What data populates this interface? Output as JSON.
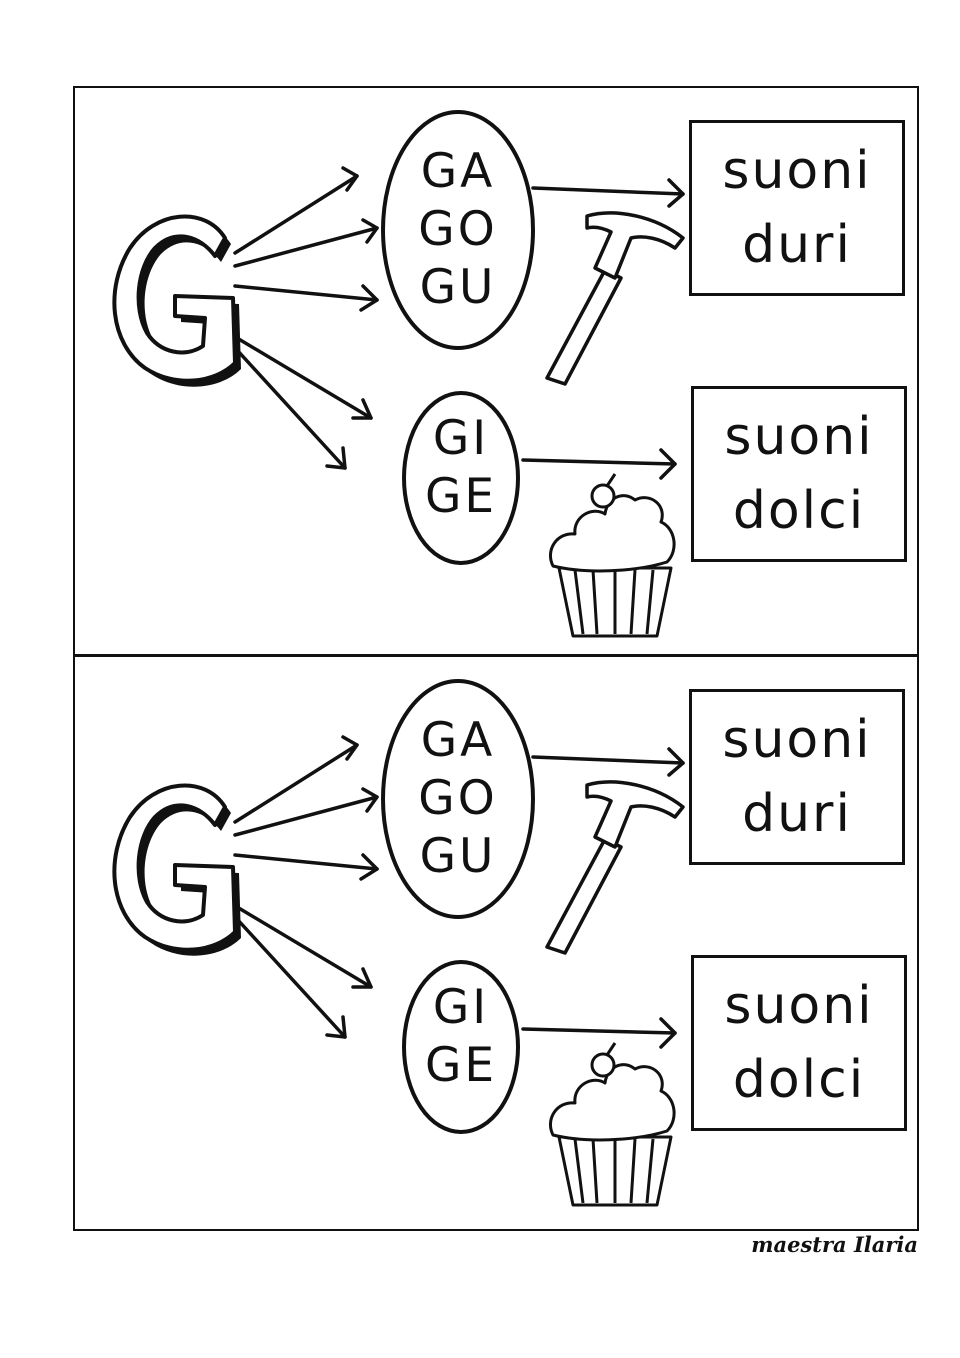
{
  "panels": [
    {
      "letter": "G",
      "hard_syllables": [
        "GA",
        "GO",
        "GU"
      ],
      "soft_syllables": [
        "GI",
        "GE"
      ],
      "hard_box": [
        "suoni",
        "duri"
      ],
      "soft_box": [
        "suoni",
        "dolci"
      ],
      "hard_icon": "hammer-icon",
      "soft_icon": "cupcake-icon"
    },
    {
      "letter": "G",
      "hard_syllables": [
        "GA",
        "GO",
        "GU"
      ],
      "soft_syllables": [
        "GI",
        "GE"
      ],
      "hard_box": [
        "suoni",
        "duri"
      ],
      "soft_box": [
        "suoni",
        "dolci"
      ],
      "hard_icon": "hammer-icon",
      "soft_icon": "cupcake-icon"
    }
  ],
  "signature": "maestra Ilaria"
}
